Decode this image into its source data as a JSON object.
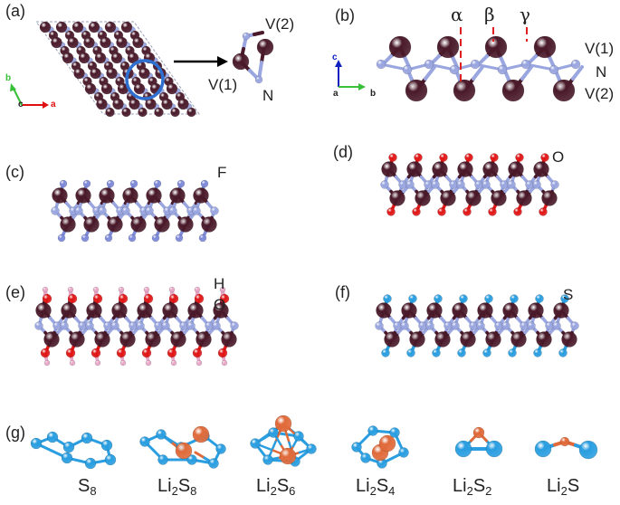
{
  "panels": {
    "a": {
      "label": "(a)",
      "atoms": {
        "v2": "V(2)",
        "v1": "V(1)",
        "n": "N"
      },
      "axes": {
        "x": "a",
        "y": "b",
        "origin": "c"
      }
    },
    "b": {
      "label": "(b)",
      "sites": [
        "α",
        "β",
        "γ"
      ],
      "layers": [
        "V(1)",
        "N",
        "V(2)"
      ],
      "axes": {
        "x": "b",
        "y": "c",
        "origin": "a"
      }
    },
    "c": {
      "label": "(c)",
      "termination": "F"
    },
    "d": {
      "label": "(d)",
      "termination": "O"
    },
    "e": {
      "label": "(e)",
      "termination_top": "H",
      "termination_bottom": "O"
    },
    "f": {
      "label": "(f)",
      "termination": "S"
    },
    "g": {
      "label": "(g)",
      "molecules": [
        {
          "parts": [
            [
              "S",
              "8"
            ]
          ]
        },
        {
          "parts": [
            [
              "Li",
              "2"
            ],
            [
              "S",
              "8"
            ]
          ]
        },
        {
          "parts": [
            [
              "Li",
              "2"
            ],
            [
              "S",
              "6"
            ]
          ]
        },
        {
          "parts": [
            [
              "Li",
              "2"
            ],
            [
              "S",
              "4"
            ]
          ]
        },
        {
          "parts": [
            [
              "Li",
              "2"
            ],
            [
              "S",
              "2"
            ]
          ]
        },
        {
          "parts": [
            [
              "Li",
              "2"
            ],
            [
              "S",
              ""
            ]
          ]
        }
      ]
    }
  },
  "colors": {
    "vanadium": "#4a1a2a",
    "nitrogen": "#9aa6e0",
    "fluorine": "#7f8ad8",
    "oxygen": "#e01818",
    "hydrogen": "#e8a8c8",
    "sulfur": "#2a9ee0",
    "lithium": "#e06a3a",
    "cell": "#2e6fd0",
    "marker": "#e02020",
    "axis_a": "#e01010",
    "axis_b": "#38c038",
    "axis_c": "#1020c0"
  }
}
